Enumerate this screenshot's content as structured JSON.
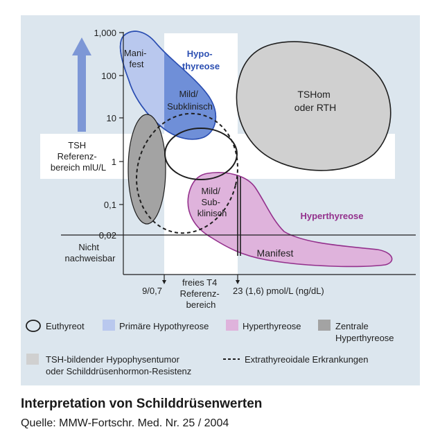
{
  "diagram": {
    "y_axis": {
      "ticks": [
        "1,000",
        "100",
        "10",
        "1",
        "0,1",
        "0,02"
      ],
      "label_lines": [
        "TSH",
        "Referenz-",
        "bereich mlU/L"
      ],
      "below_detection_lines": [
        "Nicht",
        "nachweisbar"
      ]
    },
    "x_axis": {
      "lower_tick": "9/0,7",
      "upper_tick": "23 (1,6) pmol/L (ng/dL)",
      "label_lines": [
        "freies T4",
        "Referenz-",
        "bereich"
      ]
    },
    "regions": {
      "hypo_title_lines": [
        "Hypo-",
        "thyreose"
      ],
      "hypo_manifest_lines": [
        "Mani-",
        "fest"
      ],
      "hypo_mild_lines": [
        "Mild/",
        "Subklinisch"
      ],
      "tshom_lines": [
        "TSHom",
        "oder RTH"
      ],
      "hyper_title": "Hyperthyreose",
      "hyper_mild_lines": [
        "Mild/",
        "Sub-",
        "klinisch"
      ],
      "hyper_manifest": "Manifest"
    },
    "legend": {
      "euthyreot": "Euthyreot",
      "primary_hypo": "Primäre Hypothyreose",
      "hyper": "Hyperthyreose",
      "central_hyper_lines": [
        "Zentrale",
        "Hyperthyreose"
      ],
      "tsh_tumor_lines": [
        "TSH-bildender Hypophysentumor",
        "oder Schilddrüsenhormon-Resistenz"
      ],
      "extrathyroidal": "Extrathyreoidale Erkrankungen"
    },
    "colors": {
      "background": "#dce6ee",
      "reference_band": "#ffffff",
      "hypo_fill": "#b9c8ee",
      "hypo_dark": "#6f8fd8",
      "hypo_stroke": "#2c4fb2",
      "hyper_fill": "#dfb3dc",
      "hyper_stroke": "#93308c",
      "grey_light": "#d0d0d0",
      "grey_dark": "#a3a3a3",
      "arrow": "#7d97d6",
      "hypo_title": "#2c4fb2",
      "hyper_title": "#93308c"
    }
  },
  "caption": {
    "title": "Interpretation von Schilddrüsenwerten",
    "source": "Quelle: MMW-Fortschr. Med. Nr. 25 / 2004"
  }
}
